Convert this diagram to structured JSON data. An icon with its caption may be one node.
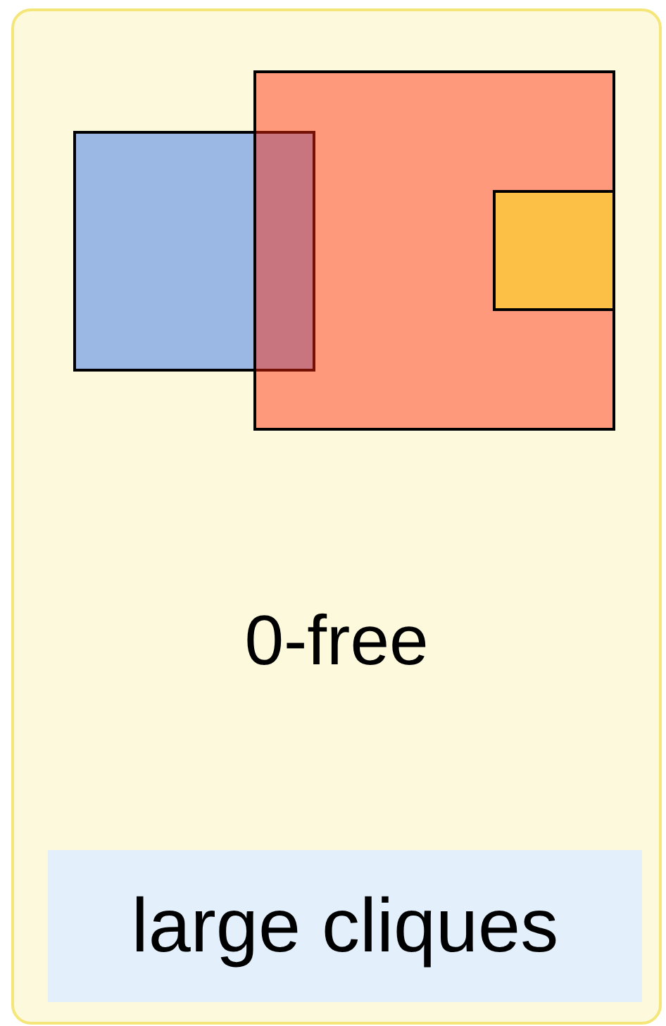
{
  "diagram": {
    "nodes": [
      {
        "text": [
          "0-free"
        ]
      },
      {
        "text": [],
        "shape": "box",
        "in": 0
      },
      {
        "text": [],
        "shape": "box",
        "in": 0
      },
      {
        "text": [],
        "shape": "box",
        "in": 2
      },
      {
        "text": [
          "large cliques"
        ],
        "in": 0
      }
    ],
    "edges": []
  }
}
